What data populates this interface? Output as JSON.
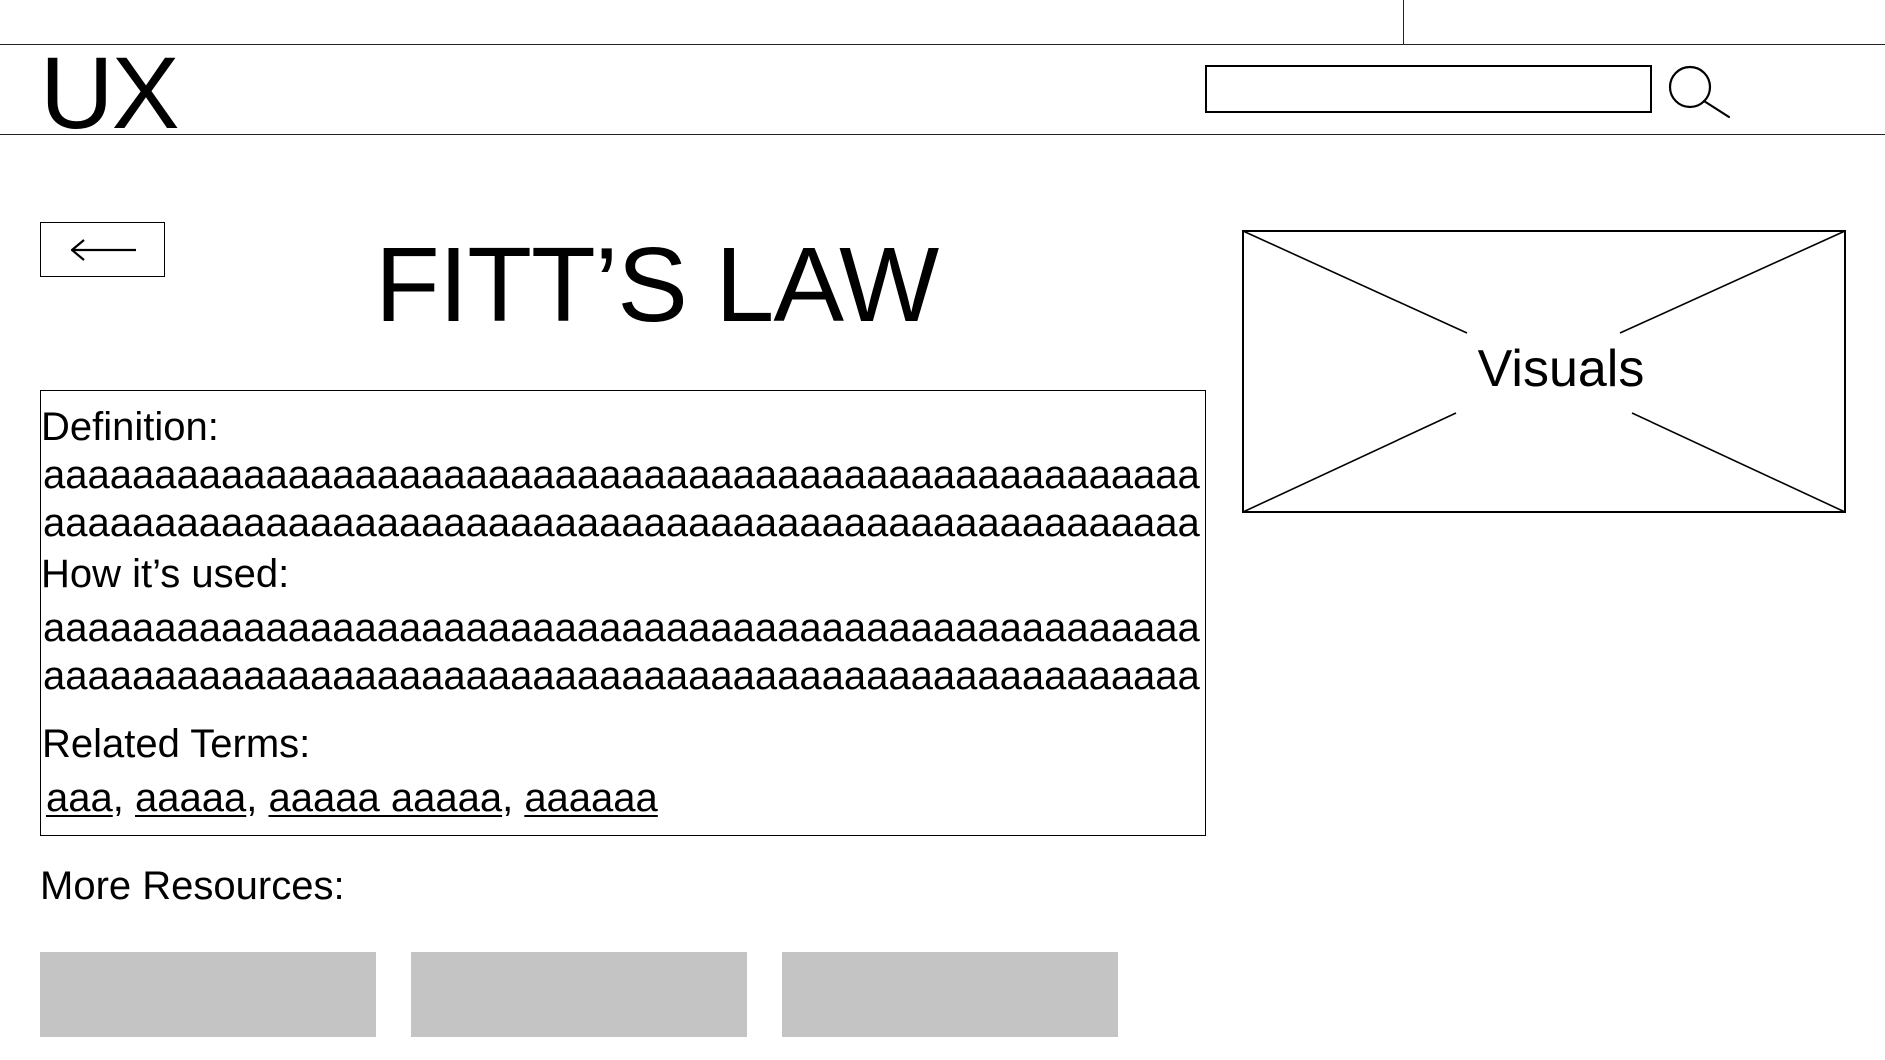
{
  "header": {
    "logo": "UX",
    "search": {
      "value": "",
      "placeholder": ""
    }
  },
  "main": {
    "title": "FITT’S LAW",
    "back_label": "←",
    "visual_label": "Visuals",
    "content": {
      "definition_label": "Definition:",
      "definition_lines": [
        "aaaaaaaaaaaaaaaaaaaaaaaaaaaaaaaaaaaaaaaaaaaaaaaaaaaa",
        "aaaaaaaaaaaaaaaaaaaaaaaaaaaaaaaaaaaaaaaaaaaaaaaaaaaa"
      ],
      "usage_label": "How it’s used:",
      "usage_lines": [
        "aaaaaaaaaaaaaaaaaaaaaaaaaaaaaaaaaaaaaaaaaaaaaaaaaaaa",
        "aaaaaaaaaaaaaaaaaaaaaaaaaaaaaaaaaaaaaaaaaaaaaaaaaaaa"
      ],
      "related_label": "Related Terms:",
      "related_terms": [
        "aaa",
        "aaaaa",
        "aaaaa aaaaa",
        "aaaaaa"
      ],
      "separator": ","
    },
    "more_resources_label": "More Resources:"
  },
  "colors": {
    "card_fill": "#c4c4c4",
    "stroke": "#000000"
  }
}
